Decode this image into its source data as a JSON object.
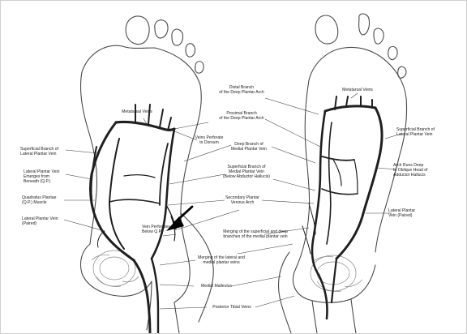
{
  "labels": {
    "metatarsal_veins_left": "Metatarsal Veins",
    "metatarsal_veins_right": "Metatarsal Veins",
    "distal_branch": "Distal Branch\nof the Deep Plantar Arch",
    "proximal_branch": "Proximal Branch\nof the Deep Plantar Arch",
    "veins_perforate_dorsum": "Veins Perforate\nto Dorsum",
    "deep_branch_medial": "Deep Branch of\nMedial Plantar Vein",
    "superficial_branch_medial": "Superficial Branch of\nMedial Plantar Vein\n(Below Abductor Hallucis)",
    "secondary_plantar_arch": "Secondary Plantar\nVenous Arch",
    "merging_superficial_deep": "Merging of the superficial and deep\nbranches of the medial plantar vein",
    "merging_lateral_medial": "Merging of the lateral and\nmedial plantar veins",
    "medial_malleolus": "Medial Malleolus",
    "posterior_tibial_veins": "Posterior Tibial Veins",
    "superficial_branch_lateral_left": "Superficial Branch of\nLateral Plantar Vein",
    "lateral_plantar_emerges": "Lateral Plantar Vein\nEmerges from\nBeneath (Q.P.)",
    "quadratus_plantae": "Quadratus Plantae\n(Q.P.) Muscle",
    "lateral_plantar_paired_left": "Lateral Plantar Vein\n(Paired)",
    "vein_perforates_below_qp": "Vein Perforates\nBelow Q.P.",
    "superficial_branch_lateral_right": "Superficial Branch of\nLateral Plantar Vein",
    "arch_runs_deep": "Arch Runs Deep\nto Oblique Head of\nAdductor Hallucis",
    "lateral_plantar_paired_right": "Lateral Plantar\nVein (Paired)"
  },
  "colors": {
    "vein": "#1f1f1f",
    "outline": "#4a4a4a",
    "shade": "#8a8a8a",
    "leader": "#3a3a3a"
  }
}
